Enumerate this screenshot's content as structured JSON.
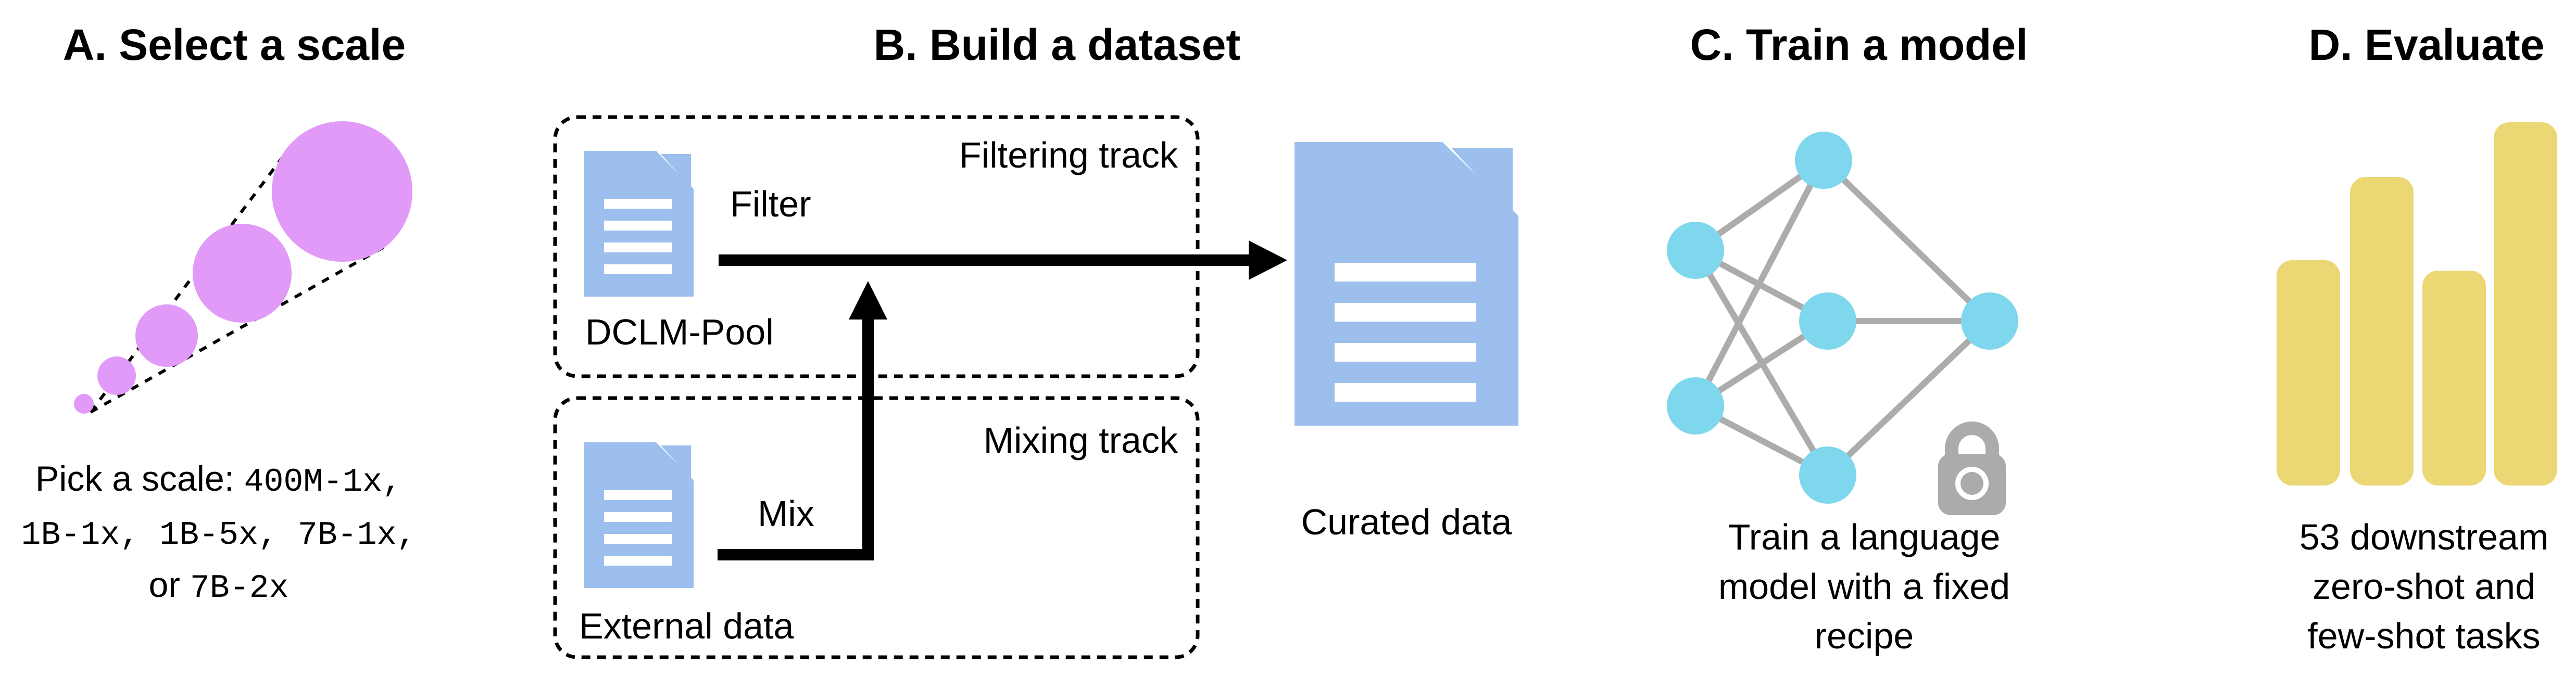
{
  "figure": {
    "name": "DCLM workflow overview",
    "colors": {
      "purple": "#E19AF7",
      "doc_blue": "#9DBFED",
      "node_cyan": "#7ED7EC",
      "bar_yellow": "#EBD774",
      "edge_gray": "#ACACAC",
      "lock_gray": "#ABABAB"
    },
    "sections": {
      "a": {
        "title": "A. Select a scale",
        "icon": "scale-cone-bubbles-icon",
        "caption": {
          "prefix_sans": "Pick a scale: ",
          "line1_mono": "400M-1x,",
          "line2_mono": "1B-1x, 1B-5x, 7B-1x,",
          "line3_sans": "or ",
          "line3_mono": "7B-2x"
        }
      },
      "b": {
        "title": "B. Build a dataset",
        "filtering_track_label": "Filtering track",
        "filter_label": "Filter",
        "dclm_pool_label": "DCLM-Pool",
        "mixing_track_label": "Mixing track",
        "mix_label": "Mix",
        "external_data_label": "External data",
        "curated_data_label": "Curated data"
      },
      "c": {
        "title": "C. Train a model",
        "icon": "neural-network-lock-icon",
        "caption_lines": [
          "Train a language",
          "model with a fixed",
          "recipe"
        ]
      },
      "d": {
        "title": "D. Evaluate",
        "icon": "bar-chart-icon",
        "caption_lines": [
          "53 downstream",
          "zero-shot and",
          "few-shot tasks"
        ]
      }
    }
  }
}
